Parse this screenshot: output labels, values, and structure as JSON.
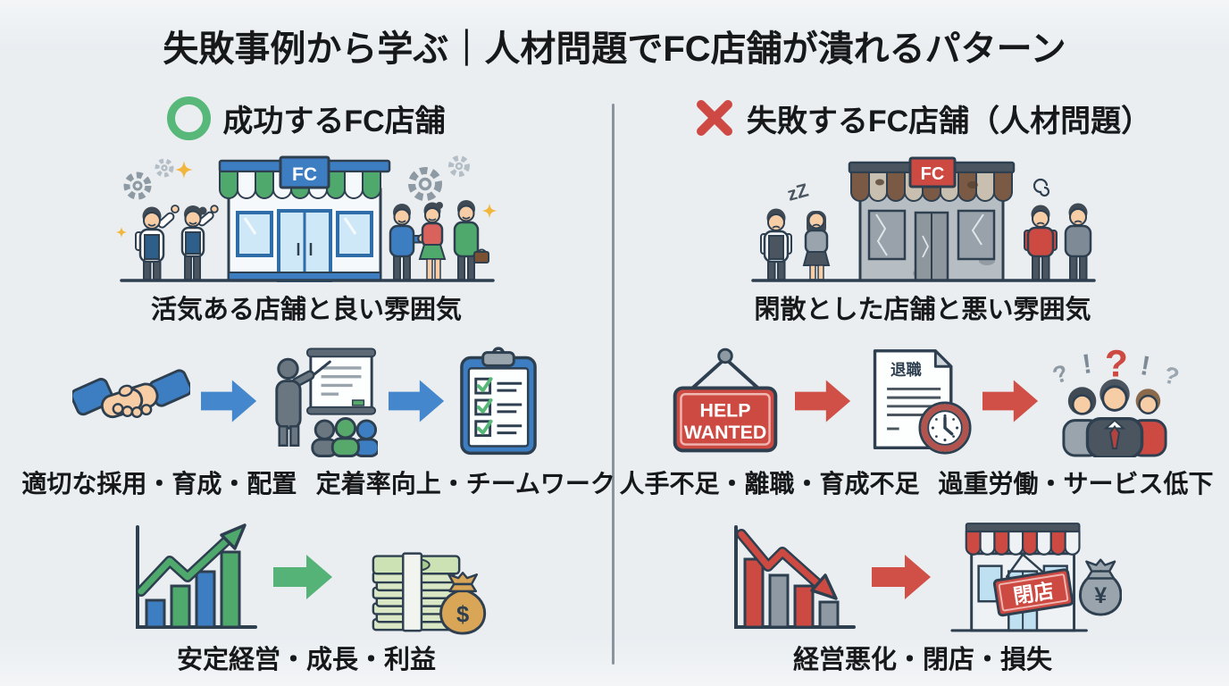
{
  "title": "失敗事例から学ぶ｜人材問題でFC店舗が潰れるパターン",
  "success": {
    "header": "成功するFC店舗",
    "store": {
      "sign": "FC",
      "caption": "活気ある店舗と良い雰囲気"
    },
    "flow": {
      "caption_left": "適切な採用・育成・配置",
      "caption_right": "定着率向上・チームワーク"
    },
    "result": {
      "caption": "安定経営・成長・利益",
      "money_symbol": "$"
    }
  },
  "failure": {
    "header": "失敗するFC店舗（人材問題）",
    "store": {
      "sign": "FC",
      "caption": "閑散とした店舗と悪い雰囲気",
      "sleep_marks": "zZ"
    },
    "flow": {
      "help_sign_line1": "HELP",
      "help_sign_line2": "WANTED",
      "doc_label": "退職",
      "marks": [
        "?",
        "!",
        "?",
        "!",
        "?"
      ],
      "caption_left": "人手不足・離職・育成不足",
      "caption_right": "過重労働・サービス低下"
    },
    "result": {
      "caption": "経営悪化・閉店・損失",
      "closed_sign": "閉店",
      "yen_symbol": "¥"
    }
  },
  "colors": {
    "background": "#eaeef1",
    "success_green": "#57b879",
    "failure_red": "#cf4944",
    "blue": "#3d7ec2",
    "outline": "#2e3f50"
  }
}
